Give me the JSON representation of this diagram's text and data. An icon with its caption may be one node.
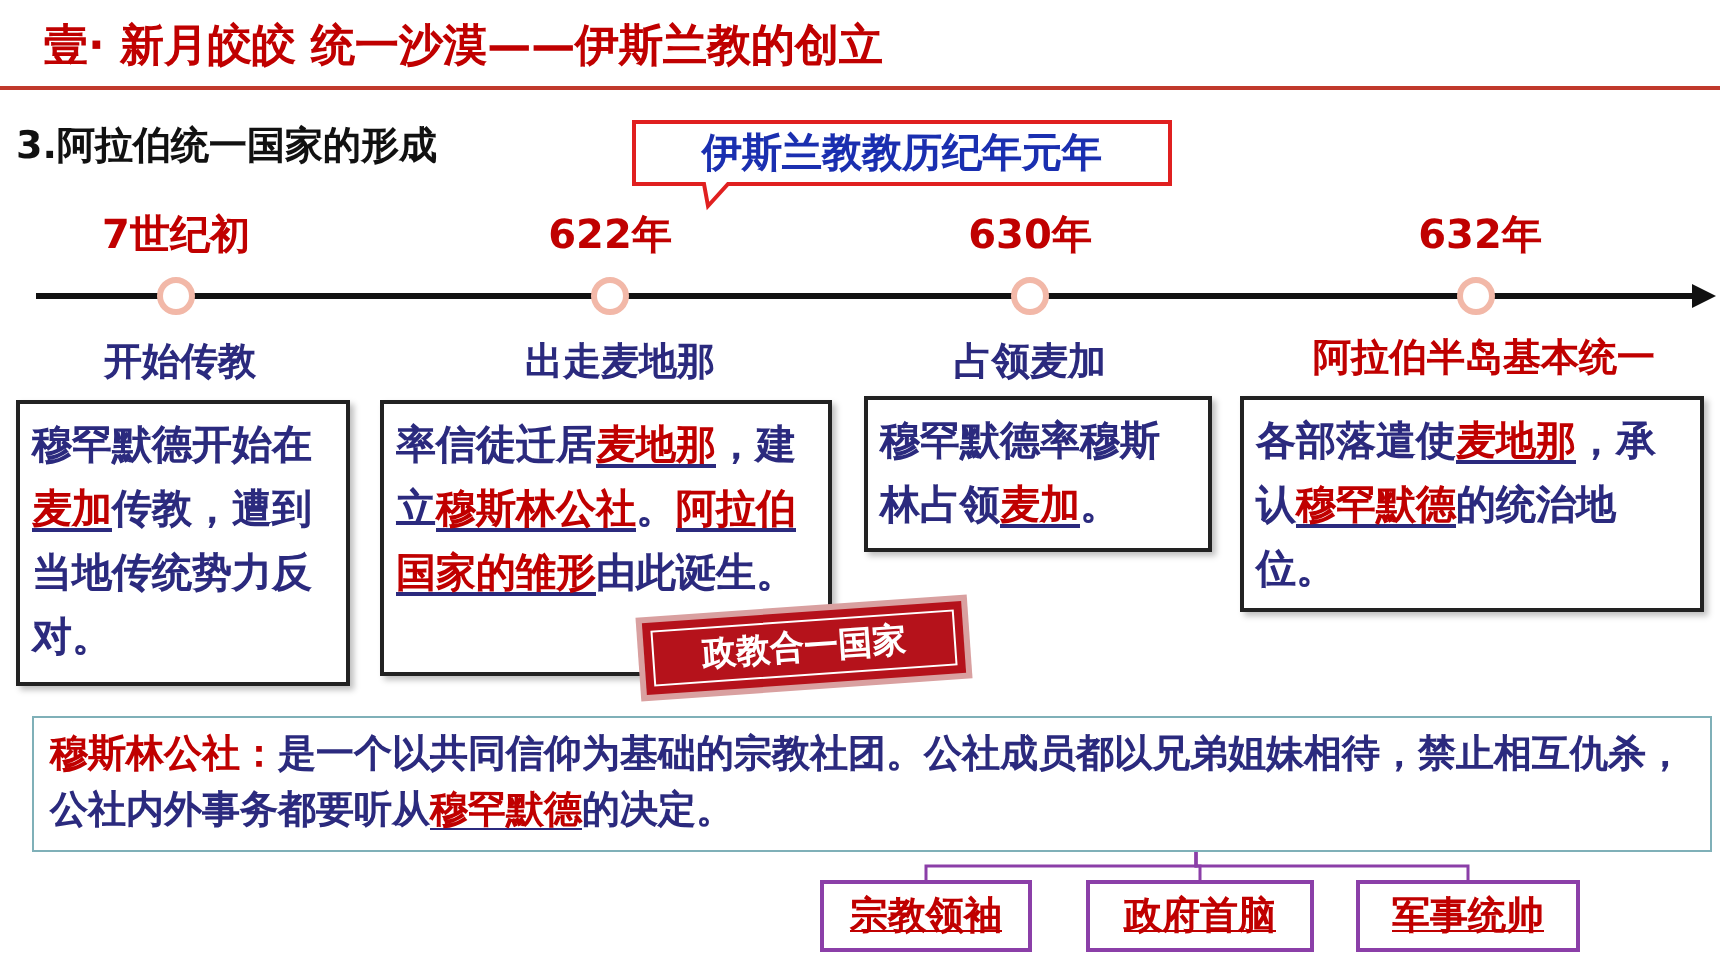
{
  "diagram": {
    "title": "壹· 新月皎皎 统一沙漠——伊斯兰教的创立",
    "nodes": [
      {
        "text": [
          "伊斯兰教教历纪年元年"
        ]
      },
      {
        "text": [
          "穆罕默德开始在**麦加**传教，遭到当地传统势力反对。"
        ]
      },
      {
        "text": [
          "率信徒迁居**麦地那**，建立**穆斯林公社**。**阿拉伯国家的雏形**由此诞生。"
        ]
      },
      {
        "text": [
          "政教合一国家"
        ]
      },
      {
        "text": [
          "穆罕默德率穆斯林占领**麦加**。"
        ]
      },
      {
        "text": [
          "各部落遣使**麦地那**，承认**穆罕默德**的统治地位。"
        ]
      },
      {
        "text": [
          "**穆斯林公社：**是一个以共同信仰为基础的宗教社团。公社成员都以兄弟姐妹相待，禁止相互仇杀，公社内外事务都要听从**穆罕默德**的决定。"
        ]
      },
      {
        "text": [
          "宗教领袖"
        ]
      },
      {
        "text": [
          "政府首脑"
        ]
      },
      {
        "text": [
          "军事统帅"
        ]
      }
    ],
    "edges": [
      {
        "from": 6,
        "to": 7,
        "arrow": "none"
      },
      {
        "from": 6,
        "to": 8,
        "arrow": "none"
      },
      {
        "from": 6,
        "to": 9,
        "arrow": "none"
      }
    ],
    "labels": [
      "3.阿拉伯统一国家的形成",
      "7世纪初",
      "622年",
      "630年",
      "632年",
      "开始传教",
      "出走麦地那",
      "占领麦加",
      "阿拉伯半岛基本统一"
    ]
  }
}
